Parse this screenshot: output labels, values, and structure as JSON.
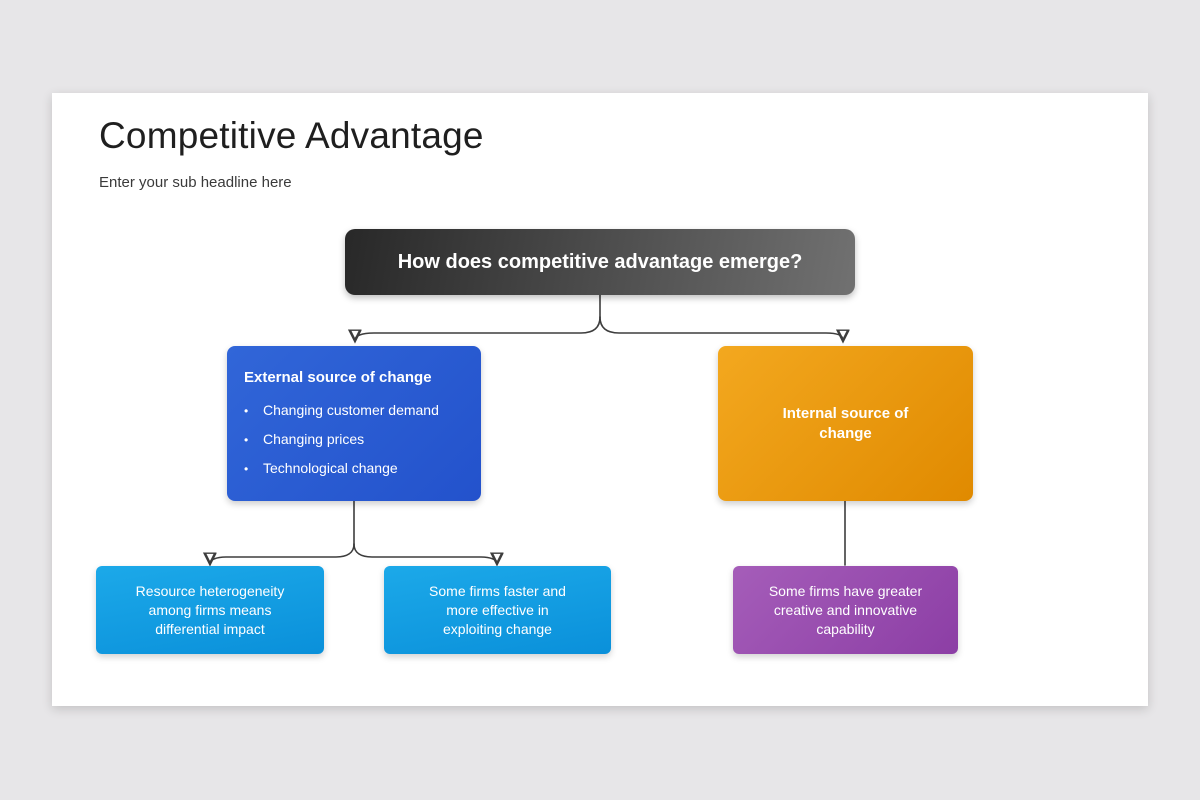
{
  "page": {
    "background_color": "#e7e6e8",
    "slide_color": "#ffffff",
    "connector_color": "#3d3d3d"
  },
  "header": {
    "title": "Competitive Advantage",
    "subtitle": "Enter your sub headline here"
  },
  "diagram": {
    "root": {
      "label": "How does competitive advantage emerge?",
      "gradient": [
        "#282828",
        "#717171"
      ]
    },
    "external": {
      "heading": "External source of change",
      "bullet_glyph": "•",
      "bullets": [
        "Changing customer demand",
        "Changing prices",
        "Technological change"
      ],
      "gradient": [
        "#3166d8",
        "#2352cc"
      ]
    },
    "internal": {
      "label": "Internal source of change",
      "gradient": [
        "#f3a81f",
        "#e08a00"
      ]
    },
    "leaves": [
      {
        "label": "Resource heterogeneity among firms means differential impact",
        "gradient": [
          "#1ca9e9",
          "#0a90da"
        ]
      },
      {
        "label": "Some firms faster and more effective in exploiting change",
        "gradient": [
          "#1ca9e9",
          "#0a90da"
        ]
      },
      {
        "label": "Some firms have greater creative and innovative capability",
        "gradient": [
          "#a55db9",
          "#8c3ea5"
        ]
      }
    ]
  }
}
